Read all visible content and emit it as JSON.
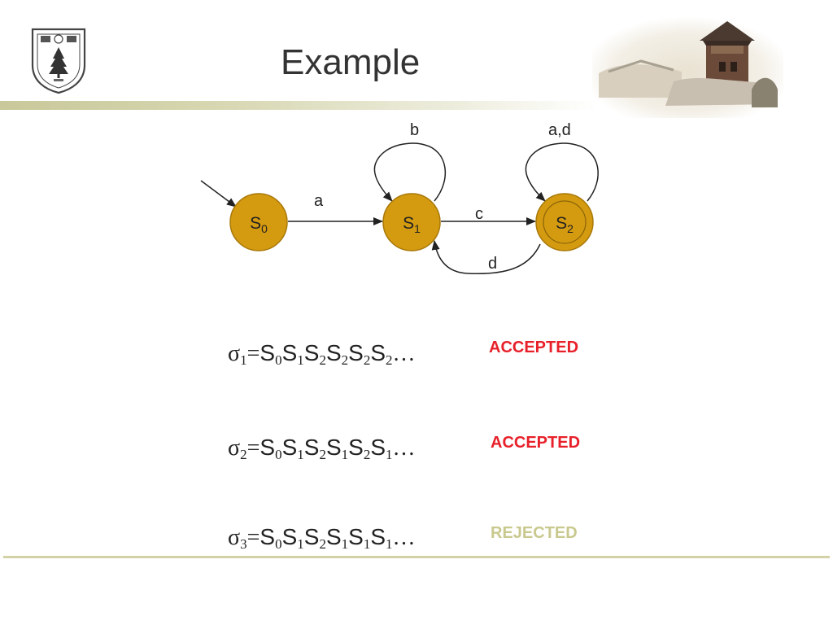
{
  "slide": {
    "title": "Example"
  },
  "automaton": {
    "states": [
      {
        "id": "S0",
        "base": "S",
        "sub": "0",
        "initial": true,
        "accepting": false
      },
      {
        "id": "S1",
        "base": "S",
        "sub": "1",
        "initial": false,
        "accepting": false
      },
      {
        "id": "S2",
        "base": "S",
        "sub": "2",
        "initial": false,
        "accepting": true
      }
    ],
    "transitions": [
      {
        "from": "S0",
        "to": "S1",
        "label": "a"
      },
      {
        "from": "S1",
        "to": "S1",
        "label": "b"
      },
      {
        "from": "S1",
        "to": "S2",
        "label": "c"
      },
      {
        "from": "S2",
        "to": "S1",
        "label": "d"
      },
      {
        "from": "S2",
        "to": "S2",
        "label": "a,d"
      }
    ]
  },
  "runs": [
    {
      "sigma": "σ",
      "index": "1",
      "equals": "=",
      "states": [
        "0",
        "1",
        "2",
        "2",
        "2",
        "2"
      ],
      "ellipsis": "…",
      "status": "ACCEPTED",
      "status_color": "#e8202a"
    },
    {
      "sigma": "σ",
      "index": "2",
      "equals": "=",
      "states": [
        "0",
        "1",
        "2",
        "1",
        "2",
        "1"
      ],
      "ellipsis": "…",
      "status": "ACCEPTED",
      "status_color": "#e8202a"
    },
    {
      "sigma": "σ",
      "index": "3",
      "equals": "=",
      "states": [
        "0",
        "1",
        "2",
        "1",
        "1",
        "1"
      ],
      "ellipsis": "…",
      "status": "REJECTED",
      "status_color": "#c9c98f"
    }
  ],
  "colors": {
    "state_fill": "#d49a10",
    "state_stroke": "#a8790a",
    "rule": "#d2d2a6"
  },
  "images": {
    "logo": "nanjing-university-seal",
    "photo": "campus-tower-photo"
  }
}
